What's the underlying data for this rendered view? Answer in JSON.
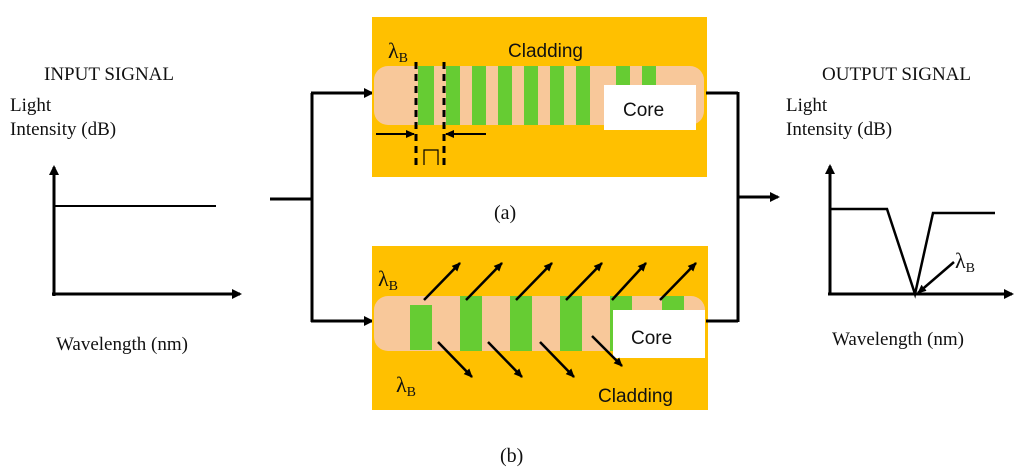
{
  "input": {
    "title": "INPUT SIGNAL",
    "ylabel_line1": "Light",
    "ylabel_line2": "Intensity (dB)",
    "xlabel": "Wavelength (nm)"
  },
  "output": {
    "title": "OUTPUT SIGNAL",
    "ylabel_line1": "Light",
    "ylabel_line2": "Intensity (dB)",
    "xlabel": "Wavelength (nm)",
    "lambda_main": "λ",
    "lambda_sub": "B"
  },
  "fiber_a": {
    "cladding_label": "Cladding",
    "core_label": "Core",
    "lambda_main": "λ",
    "lambda_sub": "B",
    "period_symbol": "Π",
    "caption": "(a)"
  },
  "fiber_b": {
    "cladding_label": "Cladding",
    "core_label": "Core",
    "lambda_main": "λ",
    "lambda_sub": "B",
    "caption": "(b)"
  },
  "colors": {
    "cladding": "#FFC000",
    "core": "#F8C89A",
    "grating": "#66CC33",
    "line": "#000000",
    "box": "#FFFFFF"
  }
}
